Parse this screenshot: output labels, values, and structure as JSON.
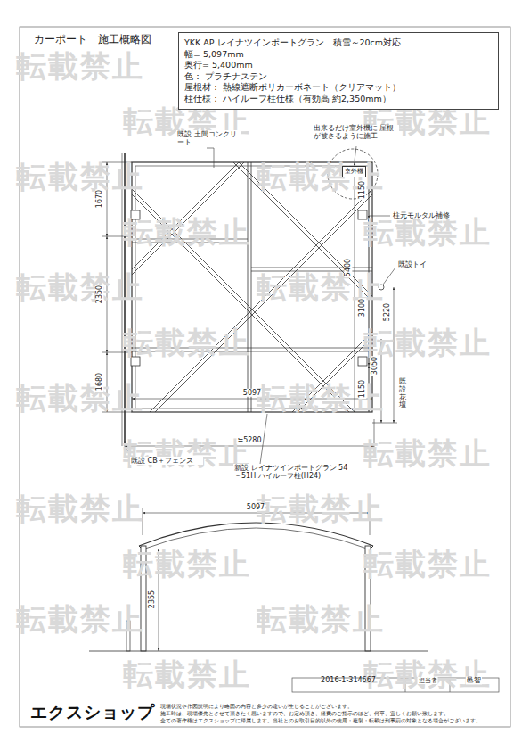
{
  "diagram": {
    "title": "カーポート　施工概略図",
    "nodes": [
      {
        "text": [
          "YKK AP レイナツインポートグラン　積雪～20cm対応",
          "幅= 5,097mm",
          "奥行= 5,400mm",
          "色： プラチナステン",
          "屋根材： 熱線遮断ポリカーボネート（クリアマット）",
          "柱仕様： ハイルーフ柱仕様（有効高 約2,350mm）"
        ]
      },
      {
        "text": [
          "室外機"
        ]
      }
    ],
    "labels": [
      "既設 土間コンクリート",
      "出来るだけ室外機に 屋根が被さるように施工",
      "柱元モルタル補修",
      "既設トイ",
      "既設花壇",
      "既設 CB＋フェンス",
      "新設 レイナツインポートグラン 54－51H ハイルーフ柱(H24)",
      "1670",
      "2350",
      "1680",
      "5400",
      "3100",
      "1150",
      "5220",
      "3050",
      "1150",
      "5097",
      "≒5280",
      "5097",
      "2355",
      "2016-1-314667",
      "担当者",
      "邑智",
      "エクスショップ",
      "現場状況や作図説明により略図の内容と多少の違いが生じることがございます。",
      "施工時は、現場優先とさせて頂きたく思いますので、お定め頂き、経費のご指示のほど、何卒、宜しくお願い致します。",
      "全ての著作権はエクスショップに帰属します。当社とのお取引目的以外の使用・複製・転載は刑事罰の対象となる場合がございます。",
      "転載禁止",
      "転載禁止",
      "転載禁止",
      "転載禁止",
      "転載禁止",
      "転載禁止",
      "転載禁止",
      "転載禁止",
      "転載禁止",
      "転載禁止",
      "転載禁止",
      "転載禁止",
      "転載禁止",
      "転載禁止",
      "転載禁止",
      "転載禁止",
      "転載禁止",
      "転載禁止",
      "転載禁止",
      "転載禁止",
      "転載禁止",
      "転載禁止",
      "転載禁止",
      "転載禁止"
    ]
  }
}
